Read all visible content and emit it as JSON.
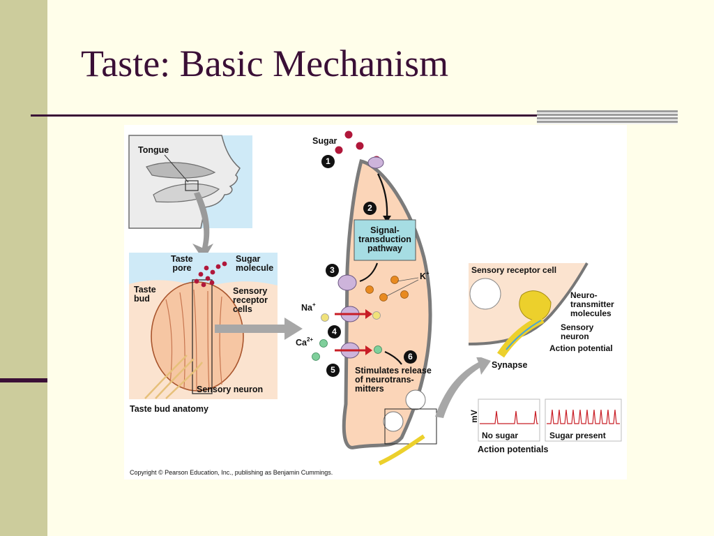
{
  "slide": {
    "title": "Taste: Basic Mechanism"
  },
  "figure": {
    "tongue_panel": {
      "tongue_label": "Tongue"
    },
    "bud_panel": {
      "taste_pore": "Taste\npore",
      "sugar_molecule": "Sugar\nmolecule",
      "taste_bud": "Taste\nbud",
      "sensory_receptor_cells": "Sensory\nreceptor\ncells",
      "sensory_neuron": "Sensory neuron",
      "caption": "Taste bud anatomy"
    },
    "cell_panel": {
      "sugar": "Sugar",
      "signal_pathway": "Signal-\ntransduction\npathway",
      "k_ion": "K",
      "k_charge": "+",
      "na_ion": "Na",
      "na_charge": "+",
      "ca_ion": "Ca",
      "ca_charge": "2+",
      "stimulates": "Stimulates release\nof neurotrans-\nmitters",
      "steps": [
        "1",
        "2",
        "3",
        "4",
        "5",
        "6"
      ]
    },
    "synapse_panel": {
      "sensory_receptor_cell": "Sensory receptor cell",
      "neurotransmitter": "Neuro-\ntransmitter\nmolecules",
      "sensory_neuron": "Sensory\nneuron",
      "action_potential": "Action potential",
      "caption": "Synapse"
    },
    "potentials_panel": {
      "mv_label": "mV",
      "no_sugar": "No sugar",
      "sugar_present": "Sugar present",
      "caption": "Action potentials"
    },
    "copyright": "Copyright © Pearson Education, Inc., publishing as Benjamin Cummings."
  }
}
